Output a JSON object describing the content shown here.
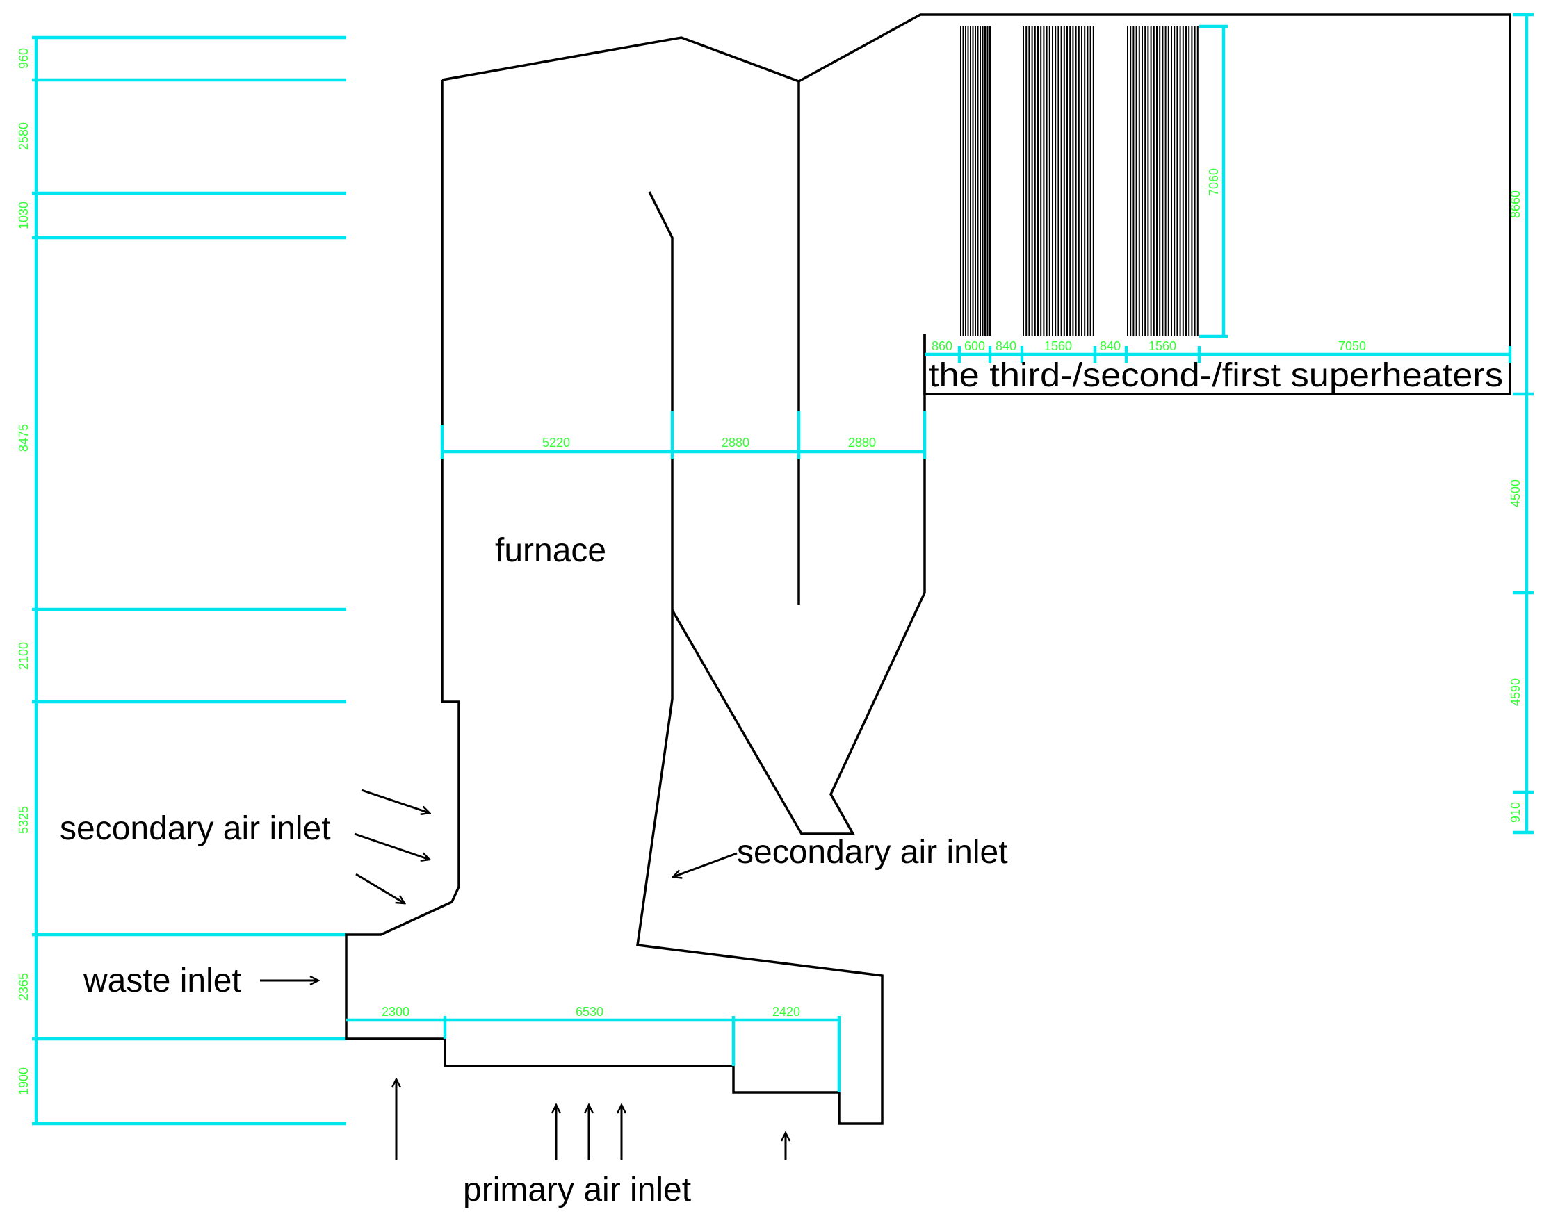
{
  "labels": {
    "furnace": "furnace",
    "superheaters": "the third-/second-/first superheaters",
    "secondary_air_left": "secondary air inlet",
    "secondary_air_right": "secondary air inlet",
    "waste_inlet": "waste inlet",
    "primary_air": "primary air inlet"
  },
  "dimensions": {
    "left": [
      "960",
      "2580",
      "1030",
      "8475",
      "2100",
      "5325",
      "2365",
      "1900"
    ],
    "right": [
      "8660",
      "4500",
      "4590",
      "910"
    ],
    "tube_height": "7060",
    "middle": [
      "5220",
      "2880",
      "2880"
    ],
    "top_row": [
      "860",
      "600",
      "840",
      "1560",
      "840",
      "1560",
      "7050"
    ],
    "bottom": [
      "2300",
      "6530",
      "2420"
    ]
  },
  "colors": {
    "dimension_line": "#00e5ee",
    "dimension_text": "#33ff33",
    "outline": "#000000"
  }
}
